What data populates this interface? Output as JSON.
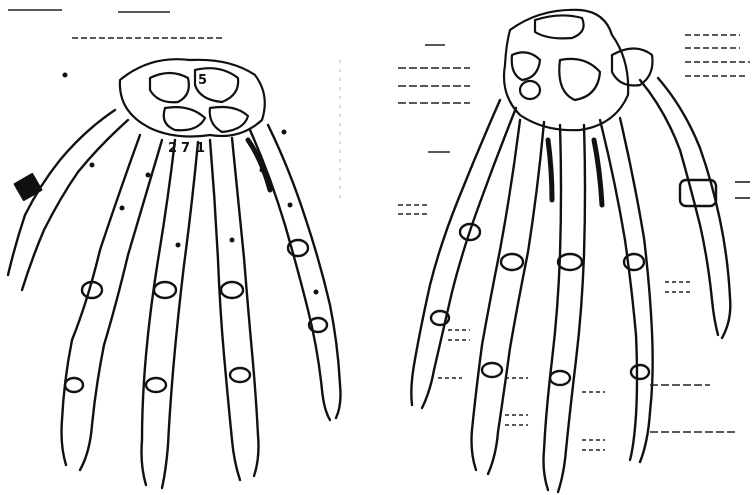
{
  "figure": {
    "left_panel": {
      "numbers": [
        "5",
        "2",
        "7",
        "1"
      ]
    },
    "right_panel": {
      "numbers": []
    }
  }
}
